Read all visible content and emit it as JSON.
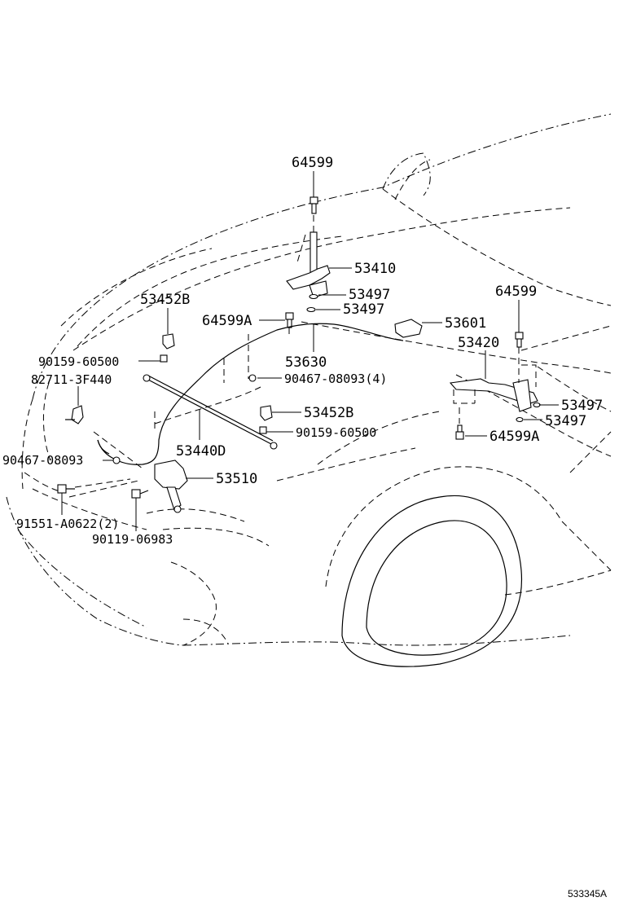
{
  "diagram_ref": "533345A",
  "labels": {
    "l_64599_top": "64599",
    "l_53410": "53410",
    "l_53497_a": "53497",
    "l_53497_b": "53497",
    "l_53452B_top": "53452B",
    "l_64599A_left": "64599A",
    "l_53601": "53601",
    "l_64599_right": "64599",
    "l_53420": "53420",
    "l_90159_60500_left": "90159-60500",
    "l_53630": "53630",
    "l_82711_3F440": "82711-3F440",
    "l_90467_08093_4": "90467-08093(4)",
    "l_53452B_mid": "53452B",
    "l_53497_c": "53497",
    "l_53497_d": "53497",
    "l_90159_60500_mid": "90159-60500",
    "l_64599A_right": "64599A",
    "l_53440D": "53440D",
    "l_90467_08093": "90467-08093",
    "l_53510": "53510",
    "l_91551_A0622": "91551-A0622(2)",
    "l_90119_06983": "90119-06983"
  }
}
